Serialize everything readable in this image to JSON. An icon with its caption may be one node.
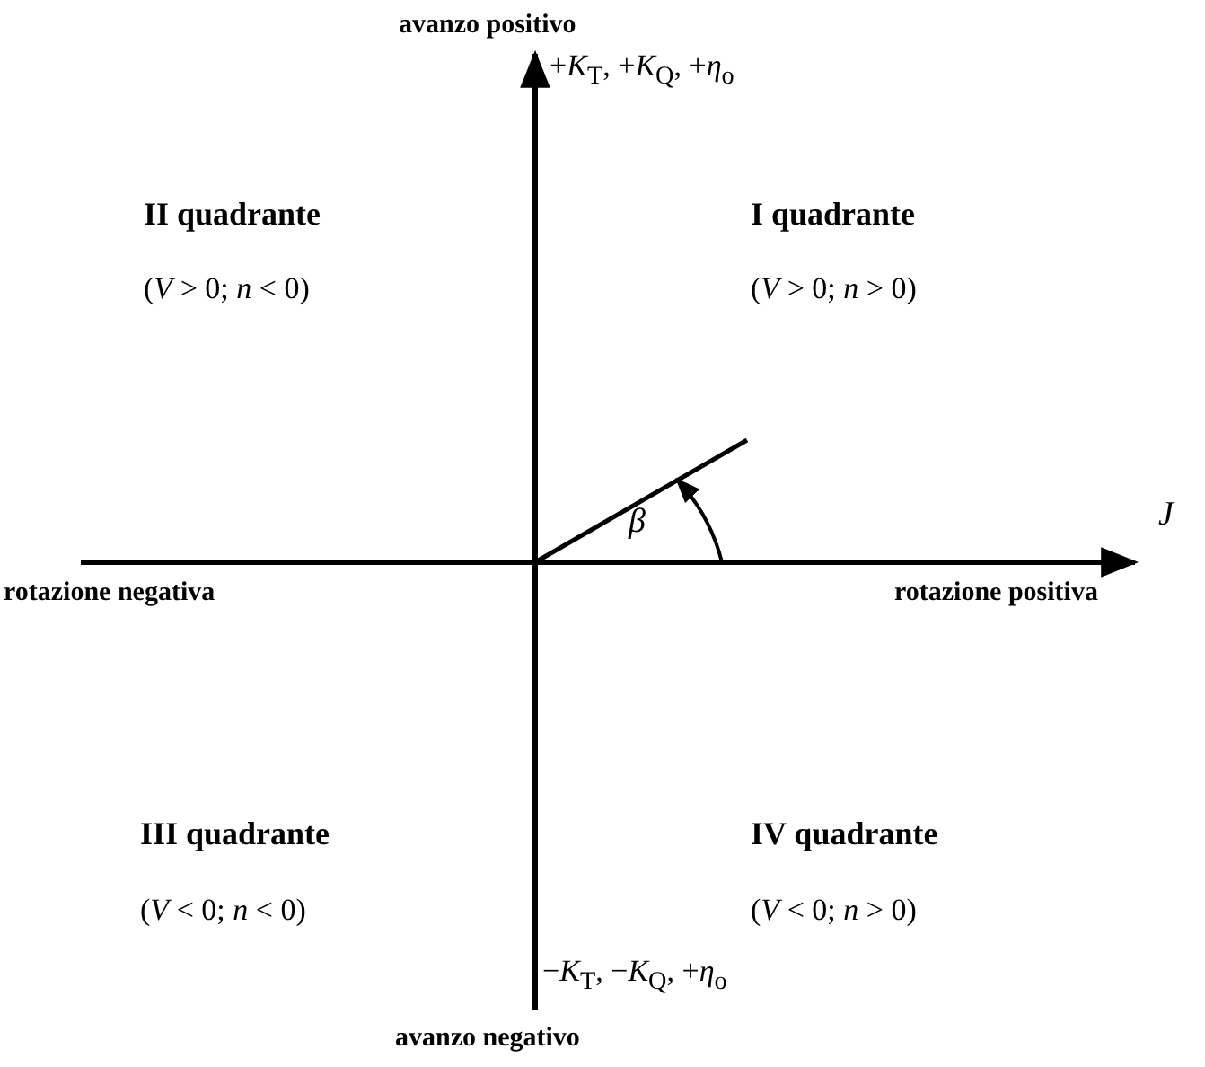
{
  "diagram": {
    "labels": [
      "avanzo positivo",
      "+*K*$_{T}$, +*K*$_{Q}$, +*η*$_{o}$",
      "II quadrante",
      "(*V* > 0; *n* < 0)",
      "I quadrante",
      "(*V* > 0; *n* > 0)",
      "β",
      "J",
      "rotazione negativa",
      "rotazione positiva",
      "III quadrante",
      "(*V* < 0; *n* < 0)",
      "IV quadrante",
      "(*V* < 0; *n* > 0)",
      "−*K*$_{T}$, −*K*$_{Q}$, +*η*$_{o}$",
      "avanzo negativo"
    ]
  }
}
